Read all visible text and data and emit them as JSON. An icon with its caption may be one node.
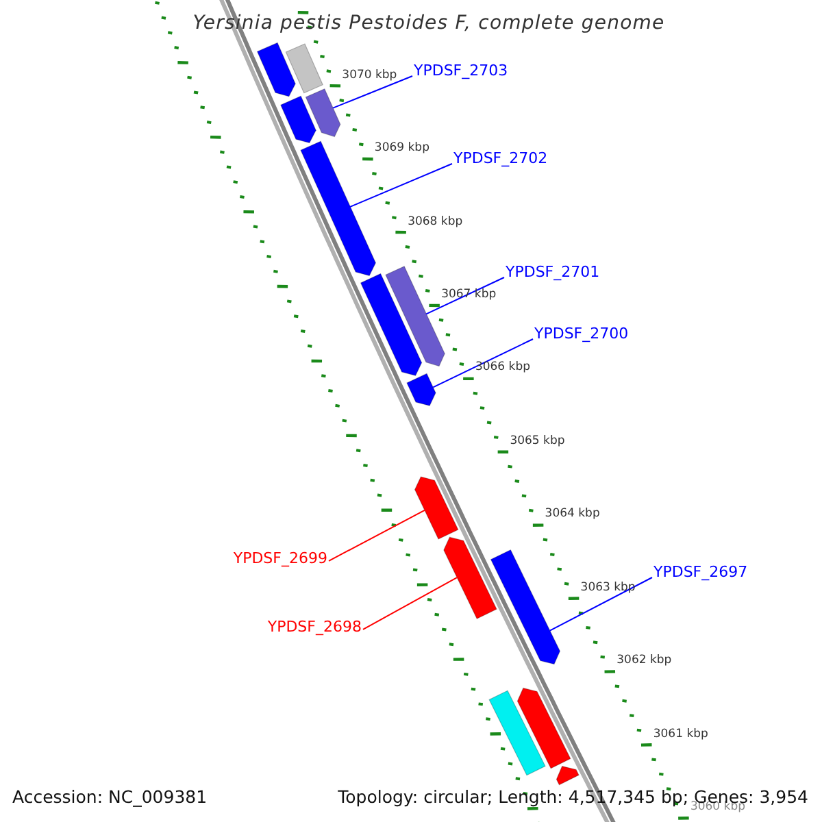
{
  "diagram": {
    "title": "Yersinia pestis Pestoides F, complete genome",
    "nodes": [
      {
        "text": [
          "YPDSF_2703"
        ]
      },
      {
        "text": [
          "YPDSF_2702"
        ]
      },
      {
        "text": [
          "YPDSF_2701"
        ]
      },
      {
        "text": [
          "YPDSF_2700"
        ]
      },
      {
        "text": [
          "YPDSF_2699"
        ]
      },
      {
        "text": [
          "YPDSF_2697"
        ]
      },
      {
        "text": [
          "YPDSF_2698"
        ]
      },
      {
        "text": [],
        "shape": "bar"
      },
      {
        "text": [],
        "shape": "bar"
      },
      {
        "text": [],
        "shape": "bar"
      },
      {
        "text": [],
        "shape": "bar"
      },
      {
        "text": [],
        "shape": "bar"
      },
      {
        "text": [],
        "shape": "bar"
      },
      {
        "text": [],
        "shape": "bar"
      },
      {
        "text": [],
        "shape": "bar"
      },
      {
        "text": [],
        "shape": "bar"
      },
      {
        "text": [],
        "shape": "bar"
      },
      {
        "text": [],
        "shape": "bar"
      },
      {
        "text": [],
        "shape": "bar"
      },
      {
        "text": [],
        "shape": "bar"
      },
      {
        "text": [],
        "shape": "bar"
      }
    ],
    "edges": [
      {
        "from": 0,
        "to": 9,
        "arrow": "none"
      },
      {
        "from": 1,
        "to": 11,
        "arrow": "none"
      },
      {
        "from": 2,
        "to": 13,
        "arrow": "none"
      },
      {
        "from": 3,
        "to": 14,
        "arrow": "none"
      },
      {
        "from": 4,
        "to": 15,
        "arrow": "none",
        "color": "#ff0000"
      },
      {
        "from": 5,
        "to": 17,
        "arrow": "none"
      },
      {
        "from": 6,
        "to": 16,
        "arrow": "none",
        "color": "#ff0000"
      }
    ],
    "labels": [
      "3070 kbp",
      "3069 kbp",
      "3068 kbp",
      "3067 kbp",
      "3066 kbp",
      "3065 kbp",
      "3064 kbp",
      "3063 kbp",
      "3062 kbp",
      "3061 kbp",
      "3060 kbp",
      "Accession: NC_009381",
      "Topology: circular; Length: 4,517,345 bp; Genes: 3,954"
    ]
  }
}
